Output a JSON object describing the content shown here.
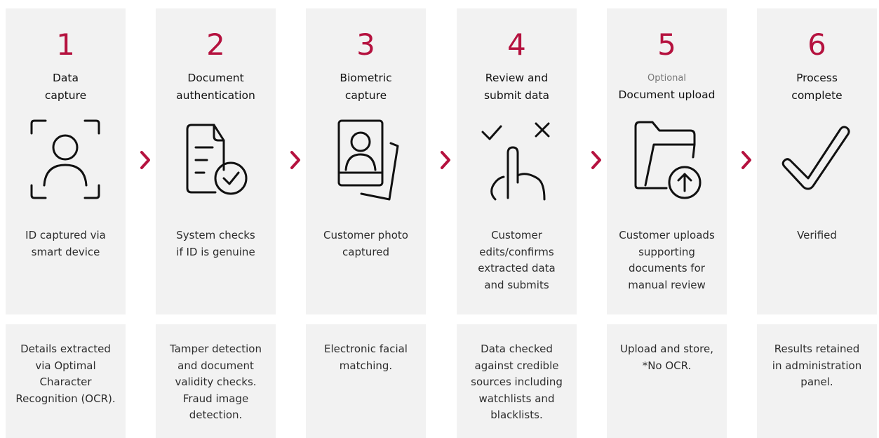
{
  "accent": "#b5123f",
  "steps": [
    {
      "number": "1",
      "optional": "",
      "title": [
        "Data",
        "capture"
      ],
      "icon": "face-scan-icon",
      "description": [
        "ID captured via",
        "smart device"
      ],
      "detail": [
        "Details extracted",
        "via Optimal",
        "Character",
        "Recognition (OCR)."
      ]
    },
    {
      "number": "2",
      "optional": "",
      "title": [
        "Document",
        "authentication"
      ],
      "icon": "document-check-icon",
      "description": [
        "System checks",
        "if ID is genuine"
      ],
      "detail": [
        "Tamper detection",
        "and document",
        "validity checks.",
        "Fraud image",
        "detection."
      ]
    },
    {
      "number": "3",
      "optional": "",
      "title": [
        "Biometric",
        "capture"
      ],
      "icon": "photo-id-icon",
      "description": [
        "Customer photo",
        "captured"
      ],
      "detail": [
        "Electronic facial",
        "matching."
      ]
    },
    {
      "number": "4",
      "optional": "",
      "title": [
        "Review and",
        "submit data"
      ],
      "icon": "hand-select-icon",
      "description": [
        "Customer",
        "edits/confirms",
        "extracted data",
        "and submits"
      ],
      "detail": [
        "Data checked",
        "against credible",
        "sources including",
        "watchlists and",
        "blacklists."
      ]
    },
    {
      "number": "5",
      "optional": "Optional",
      "title": [
        "Document upload"
      ],
      "icon": "folder-upload-icon",
      "description": [
        "Customer uploads",
        "supporting",
        "documents for",
        "manual review"
      ],
      "detail": [
        "Upload and store,",
        "*No OCR."
      ]
    },
    {
      "number": "6",
      "optional": "",
      "title": [
        "Process",
        "complete"
      ],
      "icon": "checkmark-icon",
      "description": [
        "Verified"
      ],
      "detail": [
        "Results retained",
        "in administration",
        "panel."
      ]
    }
  ]
}
